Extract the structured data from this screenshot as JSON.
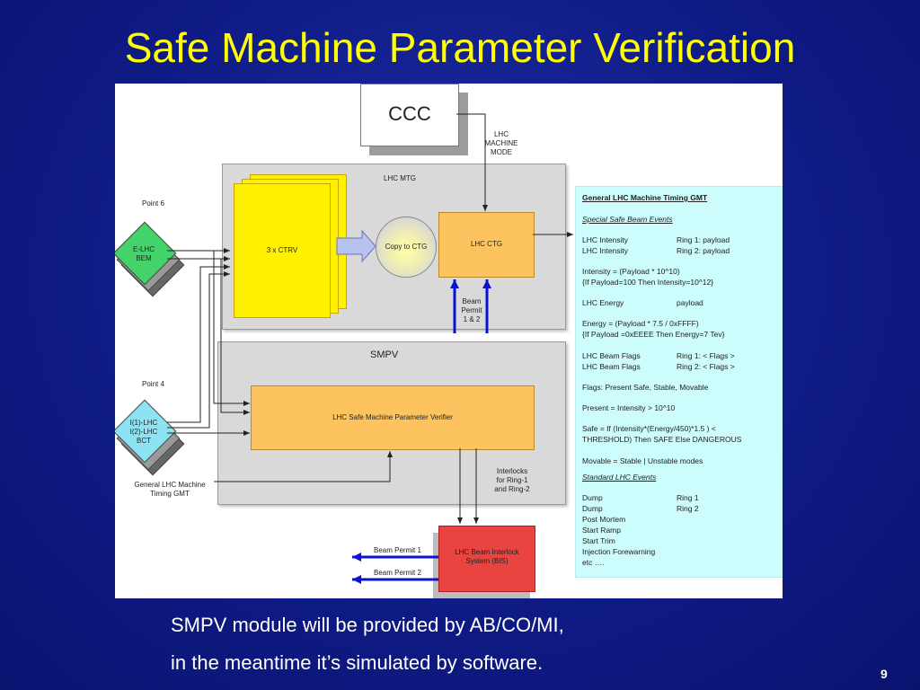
{
  "slide": {
    "title": "Safe Machine Parameter Verification",
    "footer_line1": "SMPV module will be provided by AB/CO/MI,",
    "footer_line2": "in the meantime it’s simulated by software.",
    "page_number": "9",
    "colors": {
      "background": "#0f1b86",
      "title": "#ffff00",
      "text": "#ffffff"
    }
  },
  "diagram": {
    "ccc_label": "CCC",
    "lhc_machine_mode": [
      "LHC",
      "MACHINE",
      "MODE"
    ],
    "lhc_mtg_label": "LHC MTG",
    "ctrv_label": "3 x CTRV",
    "copy_to_ctg_label": "Copy to CTG",
    "lhc_ctg_label": "LHC CTG",
    "beam_permit_label": [
      "Beam",
      "Permit",
      "1 & 2"
    ],
    "point6_label": "Point 6",
    "elhc_bem_label": [
      "E-LHC",
      "BEM"
    ],
    "point4_label": "Point 4",
    "bct_label": [
      "I(1)-LHC",
      "I(2)-LHC",
      "BCT"
    ],
    "gmt_source_label": [
      "General LHC Machine",
      "Timing GMT"
    ],
    "smpv_label": "SMPV",
    "verifier_label": "LHC Safe Machine Parameter Verifier",
    "interlocks_label": [
      "Interlocks",
      "for Ring-1",
      "and Ring-2"
    ],
    "bis_label": [
      "LHC Beam Interlock",
      "System (BIS)"
    ],
    "beam_permit_1_label": "Beam Permit 1",
    "beam_permit_2_label": "Beam Permit 2",
    "colors": {
      "section_grey": "#d9d9d9",
      "orange": "#fcc35e",
      "yellow": "#fff100",
      "green": "#43d36a",
      "cyan_panel": "#ccfcfc",
      "red": "#e9443f",
      "arrow_blue": "#0a14d0"
    }
  },
  "info_panel": {
    "heading": "General LHC Machine Timing GMT",
    "safe_events_heading": "Special Safe Beam Events",
    "lines": [
      {
        "left": "LHC Intensity",
        "right": "Ring 1: payload"
      },
      {
        "left": "LHC Intensity",
        "right": "Ring 2: payload"
      },
      {
        "left": "Intensity = (Payload * 10^10)",
        "right": ""
      },
      {
        "left": "{If Payload=100 Then Intensity=10^12}",
        "right": ""
      },
      {
        "left": "LHC Energy",
        "right": "payload"
      },
      {
        "left": "Energy = (Payload * 7.5 / 0xFFFF)",
        "right": ""
      },
      {
        "left": "{If Payload =0xEEEE Then Energy=7 Tev}",
        "right": ""
      },
      {
        "left": "LHC Beam Flags",
        "right": "Ring 1: < Flags >"
      },
      {
        "left": "LHC Beam Flags",
        "right": "Ring 2: < Flags >"
      },
      {
        "left": "Flags: Present Safe, Stable, Movable",
        "right": ""
      },
      {
        "left": "Present = Intensity > 10^10",
        "right": ""
      },
      {
        "left": "Safe = If (Intensity*(Energy/450)*1.5 ) <",
        "right": ""
      },
      {
        "left": "THRESHOLD) Then SAFE Else DANGEROUS",
        "right": ""
      },
      {
        "left": "Movable = Stable | Unstable modes",
        "right": ""
      }
    ],
    "standard_events_heading": "Standard LHC Events",
    "standard_lines": [
      {
        "left": "Dump",
        "right": "Ring 1"
      },
      {
        "left": "Dump",
        "right": "Ring 2"
      },
      {
        "left": "Post Mortem",
        "right": ""
      },
      {
        "left": "Start Ramp",
        "right": ""
      },
      {
        "left": "Start Trim",
        "right": ""
      },
      {
        "left": "Injection Forewarning",
        "right": ""
      },
      {
        "left": "etc ….",
        "right": ""
      }
    ]
  }
}
